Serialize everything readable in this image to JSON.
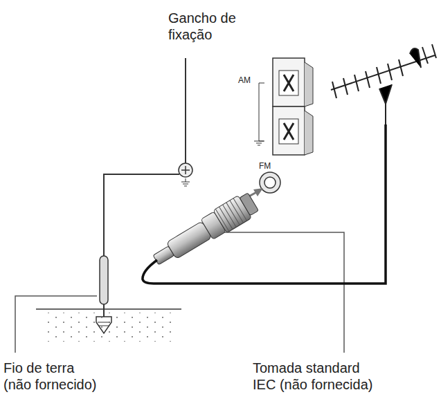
{
  "diagram": {
    "labels": [
      "Gancho de fixação",
      "AM",
      "FM",
      "Fio de terra (não fornecido)",
      "Tomada standard IEC (não fornecida)"
    ]
  }
}
